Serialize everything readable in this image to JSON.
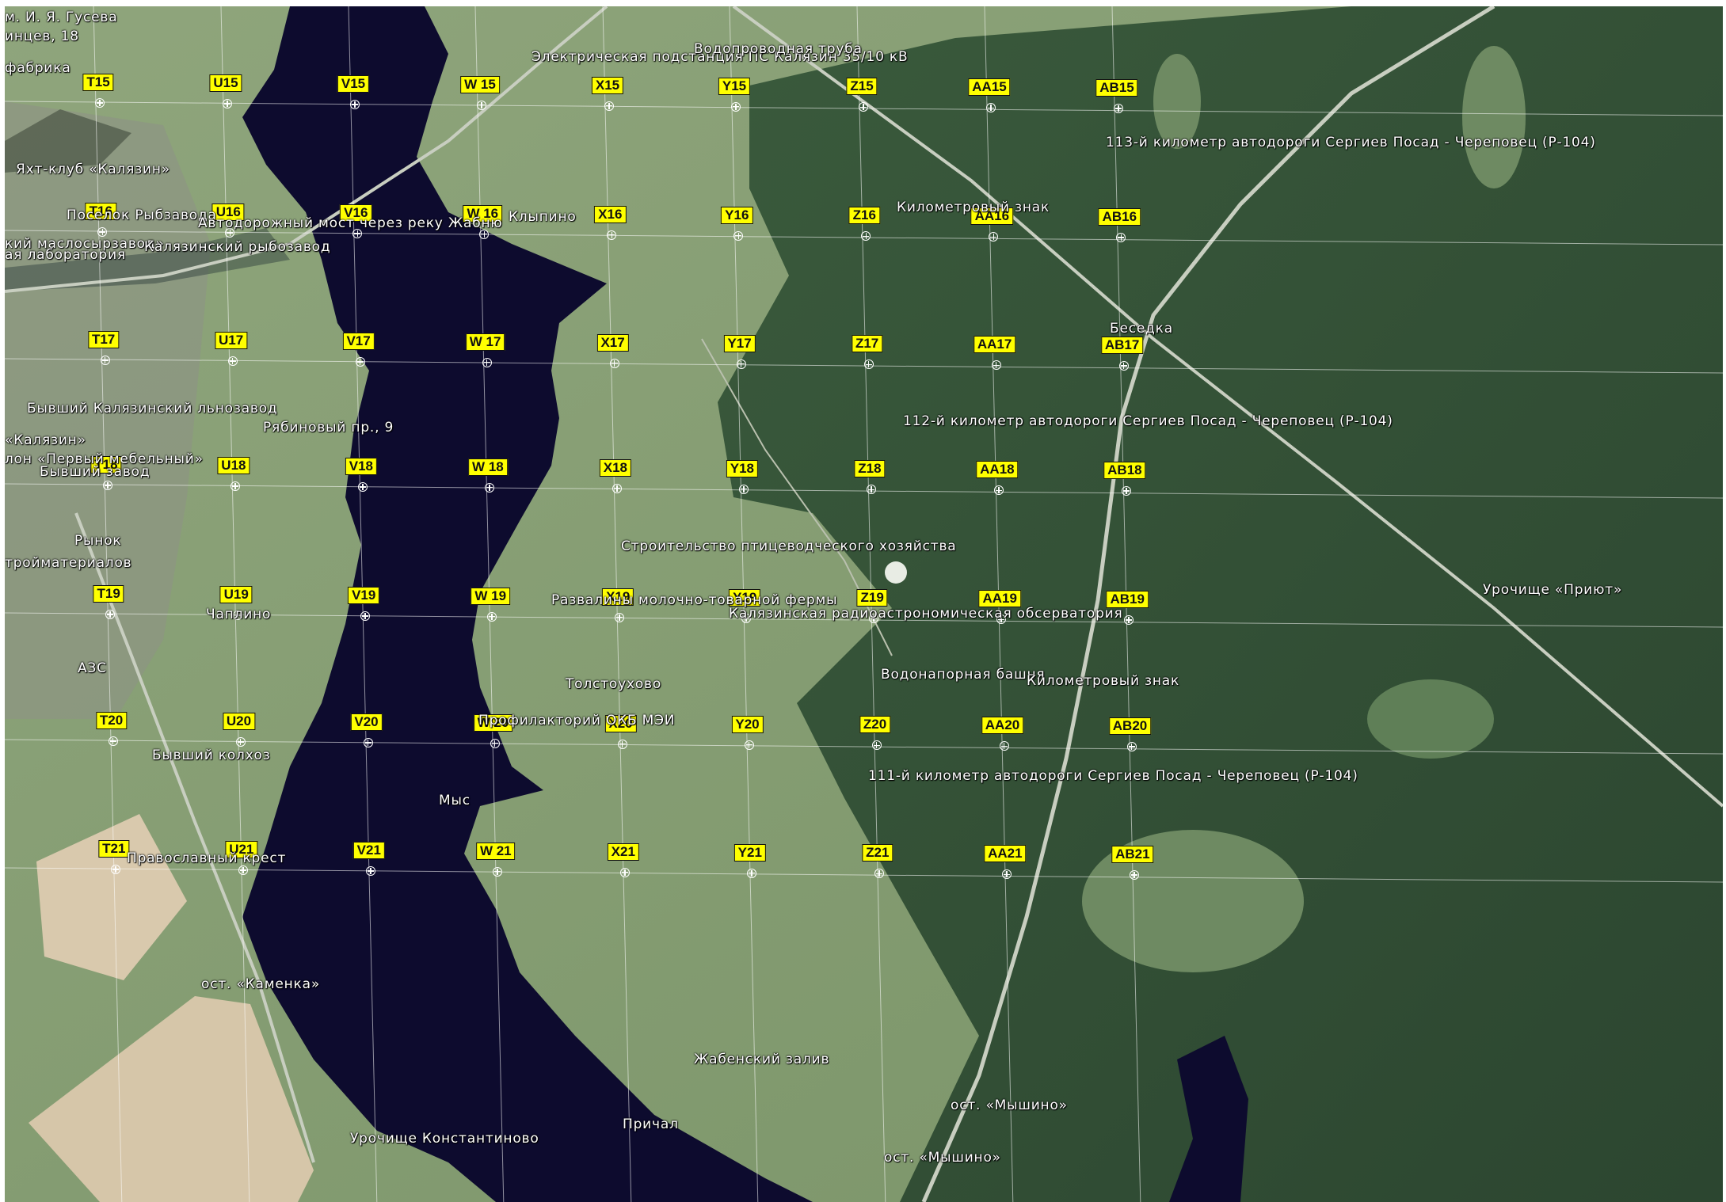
{
  "map": {
    "columns": [
      "T",
      "U",
      "V",
      "W",
      "X",
      "Y",
      "Z",
      "AA",
      "AB"
    ],
    "rows": [
      "15",
      "16",
      "17",
      "18",
      "19",
      "20",
      "21"
    ],
    "grid_labels": [
      "T15",
      "U15",
      "V15",
      "W 15",
      "X15",
      "Y15",
      "Z15",
      "AA15",
      "AB15",
      "T16",
      "U16",
      "V16",
      "W 16",
      "X16",
      "Y16",
      "Z16",
      "AA16",
      "AB16",
      "T17",
      "U17",
      "V17",
      "W 17",
      "X17",
      "Y17",
      "Z17",
      "AA17",
      "AB17",
      "T18",
      "U18",
      "V18",
      "W 18",
      "X18",
      "Y18",
      "Z18",
      "AA18",
      "AB18",
      "T19",
      "U19",
      "V19",
      "W 19",
      "X19",
      "Y19",
      "Z19",
      "AA19",
      "AB19",
      "T20",
      "U20",
      "V20",
      "W 20",
      "X20",
      "Y20",
      "Z20",
      "AA20",
      "AB20",
      "T21",
      "U21",
      "V21",
      "W 21",
      "X21",
      "Y21",
      "Z21",
      "AA21",
      "AB21"
    ],
    "places": [
      "м. И. Я. Гусева",
      "инцев, 18",
      "фабрика",
      "Электрическая подстанция ПС Калязин 35/10 кВ",
      "Водопроводная труба",
      "Яхт-клуб «Калязин»",
      "Поселок Рыбзавода",
      "Автодорожный мост через реку Жабню",
      "Клыпино",
      "кий маслосырзавод»",
      "ая лаборатория",
      "Калязинский рыбозавод",
      "113-й километр автодороги Сергиев Посад - Череповец (Р-104)",
      "Километровый знак",
      "Беседка",
      "Бывший Калязинский льнозавод",
      "Рябиновый пр., 9",
      "«Калязин»",
      "лон «Первый мебельный»",
      "Бывший завод",
      "112-й километр автодороги Сергиев Посад - Череповец (Р-104)",
      "Рынок",
      "тройматериалов",
      "Строительство птицеводческого хозяйства",
      "Развалины молочно-товарной фермы",
      "Калязинская радиоастрономическая обсерватория",
      "Чаплино",
      "Урочище «Приют»",
      "АЗС",
      "Толстоухово",
      "Водонапорная башня",
      "Километровый знак",
      "Профилакторий ОКБ МЭИ",
      "Бывший колхоз",
      "111-й километр автодороги Сергиев Посад - Череповец (Р-104)",
      "Мыс",
      "Православный крест",
      "ост. «Каменка»",
      "Жабенский залив",
      "ост. «Мышино»",
      "Урочище Константиново",
      "Причал",
      "ост. «Мышино»"
    ],
    "colors": {
      "water": "#0d0b2e",
      "forest": "#2f4a33",
      "meadow": "#7f9a6e",
      "field": "#d9c9ad",
      "label_bg": "#ffff00"
    },
    "icons": [
      "grid-point-marker-icon"
    ]
  }
}
